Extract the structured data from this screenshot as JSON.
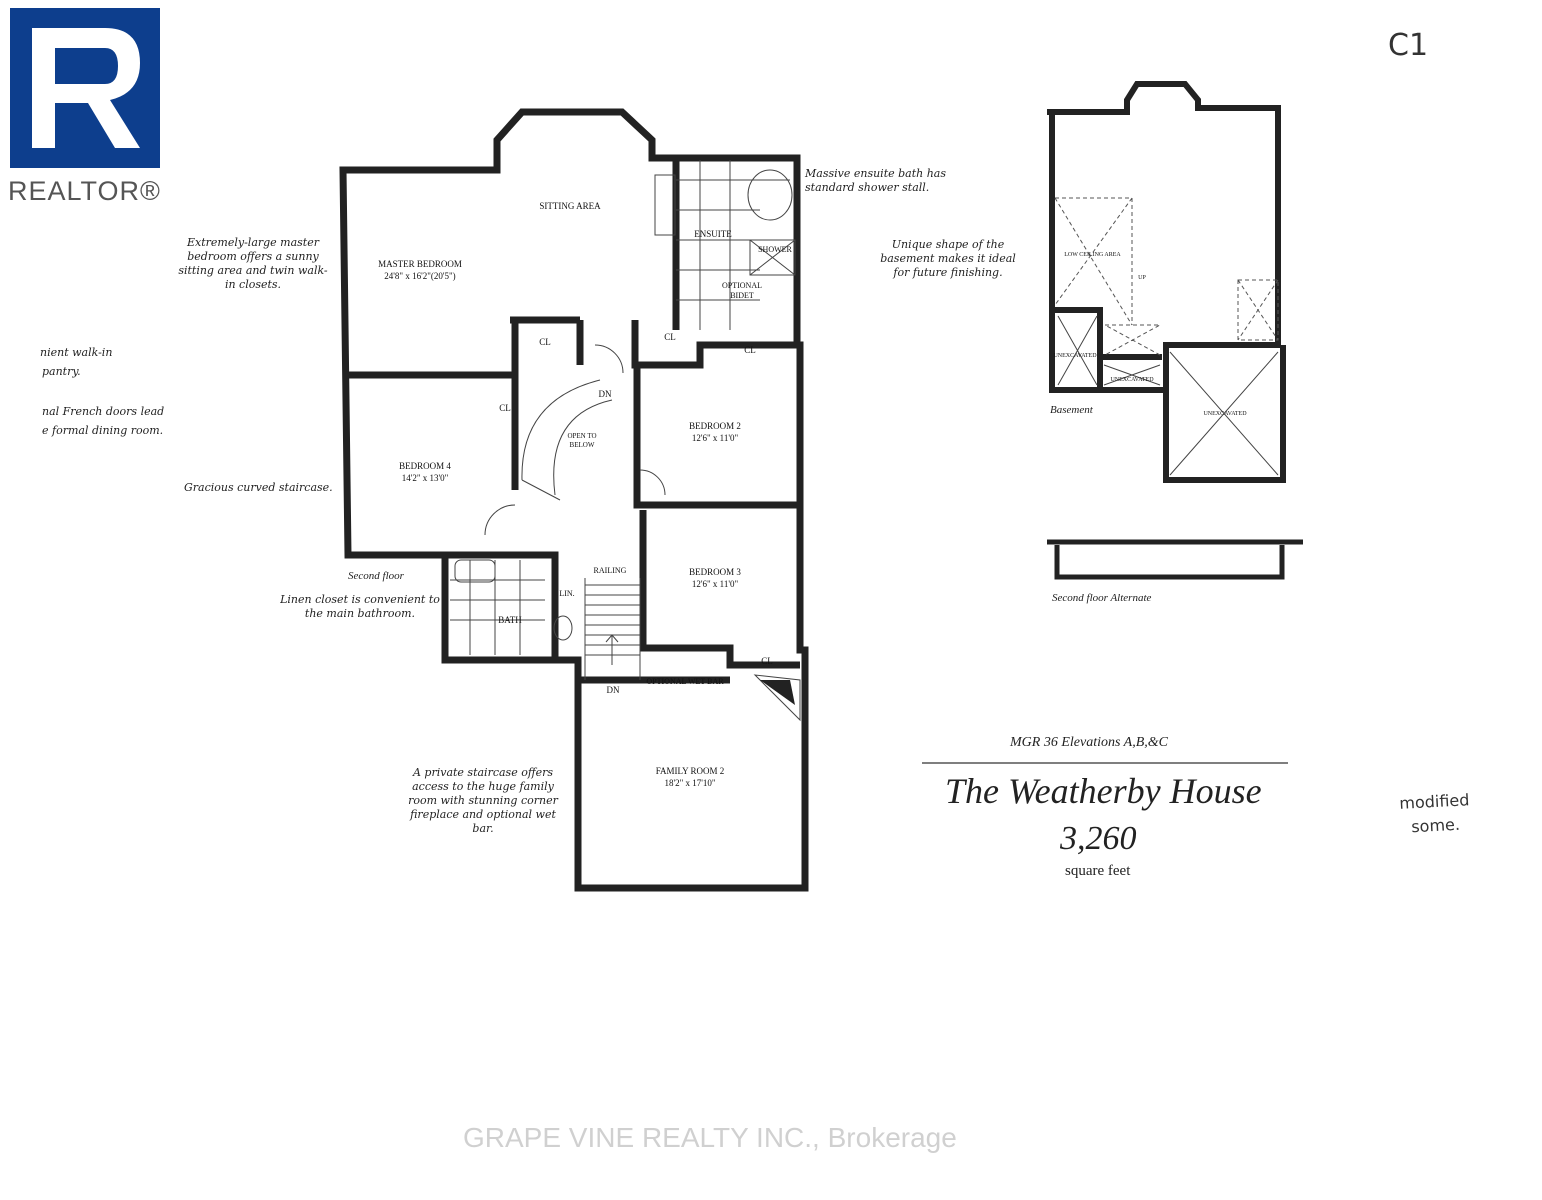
{
  "logo": {
    "text": "REALTOR®"
  },
  "corner_mark": "C1",
  "rooms": {
    "master_bedroom": {
      "name": "MASTER BEDROOM",
      "dims": "24'8\" x 16'2\"(20'5\")"
    },
    "sitting_area": "SITTING AREA",
    "ensuite": "ENSUITE",
    "shower": "SHOWER",
    "optional_bidet": "OPTIONAL BIDET",
    "cl": "CL",
    "bedroom2": {
      "name": "BEDROOM 2",
      "dims": "12'6\" x 11'0\""
    },
    "bedroom3": {
      "name": "BEDROOM 3",
      "dims": "12'6\" x 11'0\""
    },
    "bedroom4": {
      "name": "BEDROOM 4",
      "dims": "14'2\" x 13'0\""
    },
    "open_to_below": "OPEN TO BELOW",
    "dn": "DN",
    "railing": "RAILING",
    "lin": "LIN.",
    "bath": "BATH",
    "optional_wet_bar": "OPTIONAL WET BAR",
    "family_room2": {
      "name": "FAMILY ROOM 2",
      "dims": "18'2\" x 17'10\""
    }
  },
  "basement": {
    "low_ceiling": "LOW CEILING AREA",
    "up": "UP",
    "unexcavated": "UNEXCAVATED"
  },
  "captions": {
    "second_floor": "Second floor",
    "basement": "Basement",
    "second_floor_alt": "Second floor Alternate"
  },
  "notes": {
    "master": "Extremely-large master bedroom offers a sunny sitting area and twin walk-in closets.",
    "pantry_1": "nient walk-in",
    "pantry_2": "pantry.",
    "french_1": "nal French doors lead",
    "french_2": "e formal dining room.",
    "staircase": "Gracious curved staircase.",
    "linen": "Linen closet is convenient to the main bathroom.",
    "ensuite": "Massive ensuite bath has standard shower stall.",
    "basement": "Unique shape of the basement makes it ideal for future finishing.",
    "private_stair": "A private staircase offers access to the huge family room with stunning corner fireplace and optional wet bar."
  },
  "model": "MGR 36  Elevations A,B,&C",
  "house_name": "The Weatherby House",
  "square_feet": "3,260",
  "square_feet_label": "square feet",
  "handwritten": "modified some.",
  "watermark": "GRAPE VINE REALTY INC., Brokerage"
}
